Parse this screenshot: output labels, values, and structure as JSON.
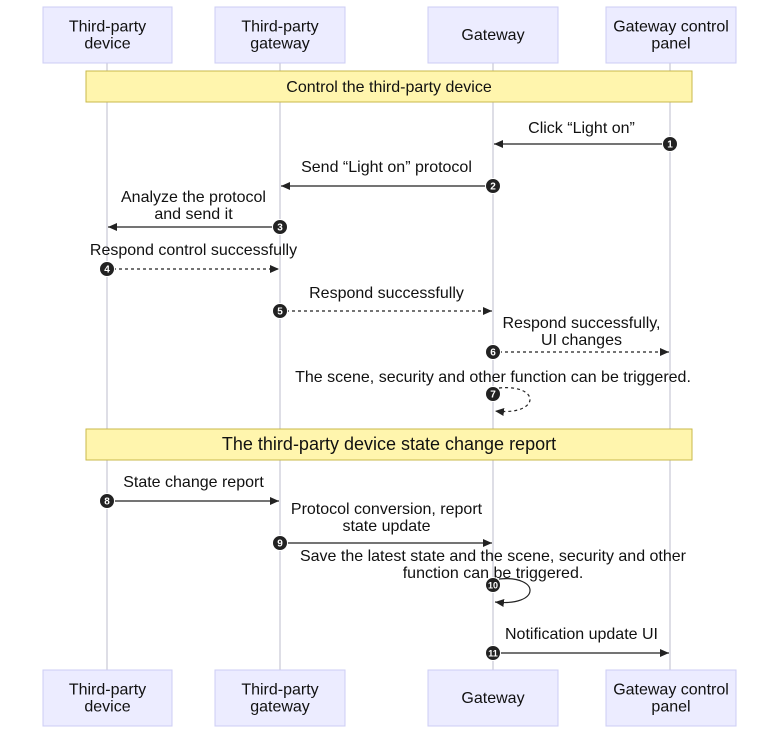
{
  "participants": [
    {
      "id": "device",
      "label_lines": [
        "Third-party",
        "device"
      ]
    },
    {
      "id": "third_gateway",
      "label_lines": [
        "Third-party",
        "gateway"
      ]
    },
    {
      "id": "gateway",
      "label_lines": [
        "Gateway"
      ]
    },
    {
      "id": "panel",
      "label_lines": [
        "Gateway control",
        "panel"
      ]
    }
  ],
  "notes": [
    {
      "text": "Control the third-party device"
    },
    {
      "text": "The third-party device state change report"
    }
  ],
  "messages": [
    {
      "number": "1",
      "from": "panel",
      "to": "gateway",
      "style": "solid",
      "label_lines": [
        "Click “Light on”"
      ]
    },
    {
      "number": "2",
      "from": "gateway",
      "to": "third_gateway",
      "style": "solid",
      "label_lines": [
        "Send “Light on” protocol"
      ]
    },
    {
      "number": "3",
      "from": "third_gateway",
      "to": "device",
      "style": "solid",
      "label_lines": [
        "Analyze the protocol",
        "and send it"
      ]
    },
    {
      "number": "4",
      "from": "device",
      "to": "third_gateway",
      "style": "dashed",
      "label_lines": [
        "Respond control successfully"
      ]
    },
    {
      "number": "5",
      "from": "third_gateway",
      "to": "gateway",
      "style": "dashed",
      "label_lines": [
        "Respond successfully"
      ]
    },
    {
      "number": "6",
      "from": "gateway",
      "to": "panel",
      "style": "dashed",
      "label_lines": [
        "Respond successfully,",
        "UI changes"
      ]
    },
    {
      "number": "7",
      "from": "gateway",
      "to": "gateway",
      "style": "dashed",
      "label_lines": [
        "The scene, security and other function can be triggered."
      ]
    },
    {
      "number": "8",
      "from": "device",
      "to": "third_gateway",
      "style": "solid",
      "label_lines": [
        "State change report"
      ]
    },
    {
      "number": "9",
      "from": "third_gateway",
      "to": "gateway",
      "style": "solid",
      "label_lines": [
        "Protocol conversion, report",
        "state update"
      ]
    },
    {
      "number": "10",
      "from": "gateway",
      "to": "gateway",
      "style": "solid",
      "label_lines": [
        "Save the latest state and the scene, security and other",
        "function can be triggered."
      ]
    },
    {
      "number": "11",
      "from": "gateway",
      "to": "panel",
      "style": "solid",
      "label_lines": [
        "Notification update UI"
      ]
    }
  ]
}
